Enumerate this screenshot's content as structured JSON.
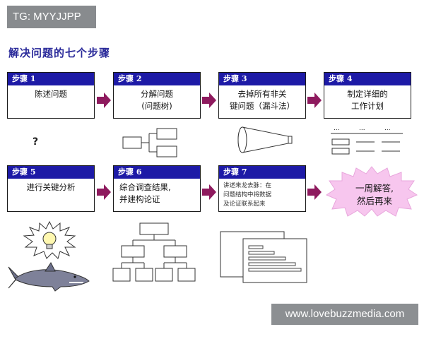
{
  "watermark_top": "TG: MYYJJPP",
  "title": "解决问题的七个步骤",
  "steps": [
    {
      "header": "步骤 1",
      "line1": "陈述问题",
      "line2": ""
    },
    {
      "header": "步骤 2",
      "line1": "分解问题",
      "line2": "(问题树)"
    },
    {
      "header": "步骤 3",
      "line1": "去掉所有非关",
      "line2": "键问题（漏斗法）"
    },
    {
      "header": "步骤 4",
      "line1": "制定详细的",
      "line2": "工作计划"
    },
    {
      "header": "步骤 5",
      "line1": "进行关键分析",
      "line2": ""
    },
    {
      "header": "步骤 6",
      "line1": "综合调查结果,",
      "line2": "并建构论证"
    },
    {
      "header": "步骤 7",
      "line1": "讲述来龙去脉：在",
      "line2": "问题结构中将数据",
      "line3": "及论证联系起来"
    }
  ],
  "question_mark": "?",
  "workplan_dots": [
    "...",
    "...",
    "..."
  ],
  "burst": {
    "line1": "一周解答,",
    "line2": "然后再来"
  },
  "watermark_bottom": "www.lovebuzzmedia.com",
  "colors": {
    "header_blue": "#1d1aa6",
    "arrow": "#8e1a5e",
    "burst_pink": "#f7c6ee",
    "title": "#2a2a9a"
  }
}
